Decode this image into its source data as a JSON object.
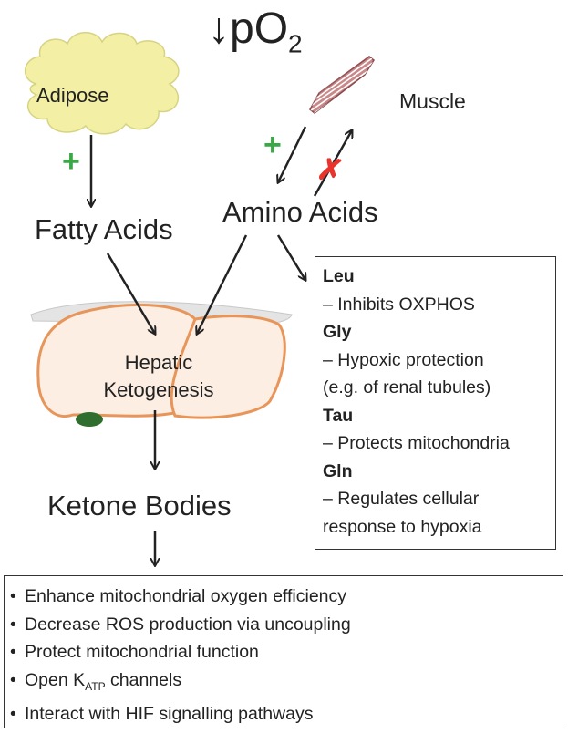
{
  "title": {
    "arrow": "↓",
    "main": "pO",
    "sub": "2"
  },
  "nodes": {
    "adipose": "Adipose",
    "muscle": "Muscle",
    "fatty_acids": "Fatty Acids",
    "amino_acids": "Amino Acids",
    "hepatic_line1": "Hepatic",
    "hepatic_line2": "Ketogenesis",
    "ketone_bodies": "Ketone Bodies"
  },
  "signs": {
    "plus": "+",
    "cross": "✗"
  },
  "amino_acid_box": [
    {
      "name": "Leu",
      "desc": [
        "– Inhibits OXPHOS"
      ]
    },
    {
      "name": "Gly",
      "desc": [
        "– Hypoxic protection",
        "(e.g. of renal tubules)"
      ]
    },
    {
      "name": "Tau",
      "desc": [
        "– Protects mitochondria"
      ]
    },
    {
      "name": "Gln",
      "desc": [
        "– Regulates cellular",
        "response to hypoxia"
      ]
    }
  ],
  "ketone_box": {
    "bullet": "•",
    "items": [
      "Enhance mitochondrial oxygen efficiency",
      "Decrease ROS production via uncoupling",
      "Protect mitochondrial function"
    ],
    "katp": {
      "pre": "Open K",
      "sub": "ATP",
      "post": " channels"
    },
    "last": "Interact with HIF signalling pathways"
  },
  "colors": {
    "adipose_fill": "#f3f0a6",
    "muscle_fill": "#c9888a",
    "liver_fill": "#fdeee3",
    "liver_outline": "#e8955a",
    "plus": "#3aa845",
    "cross": "#e8342d"
  }
}
